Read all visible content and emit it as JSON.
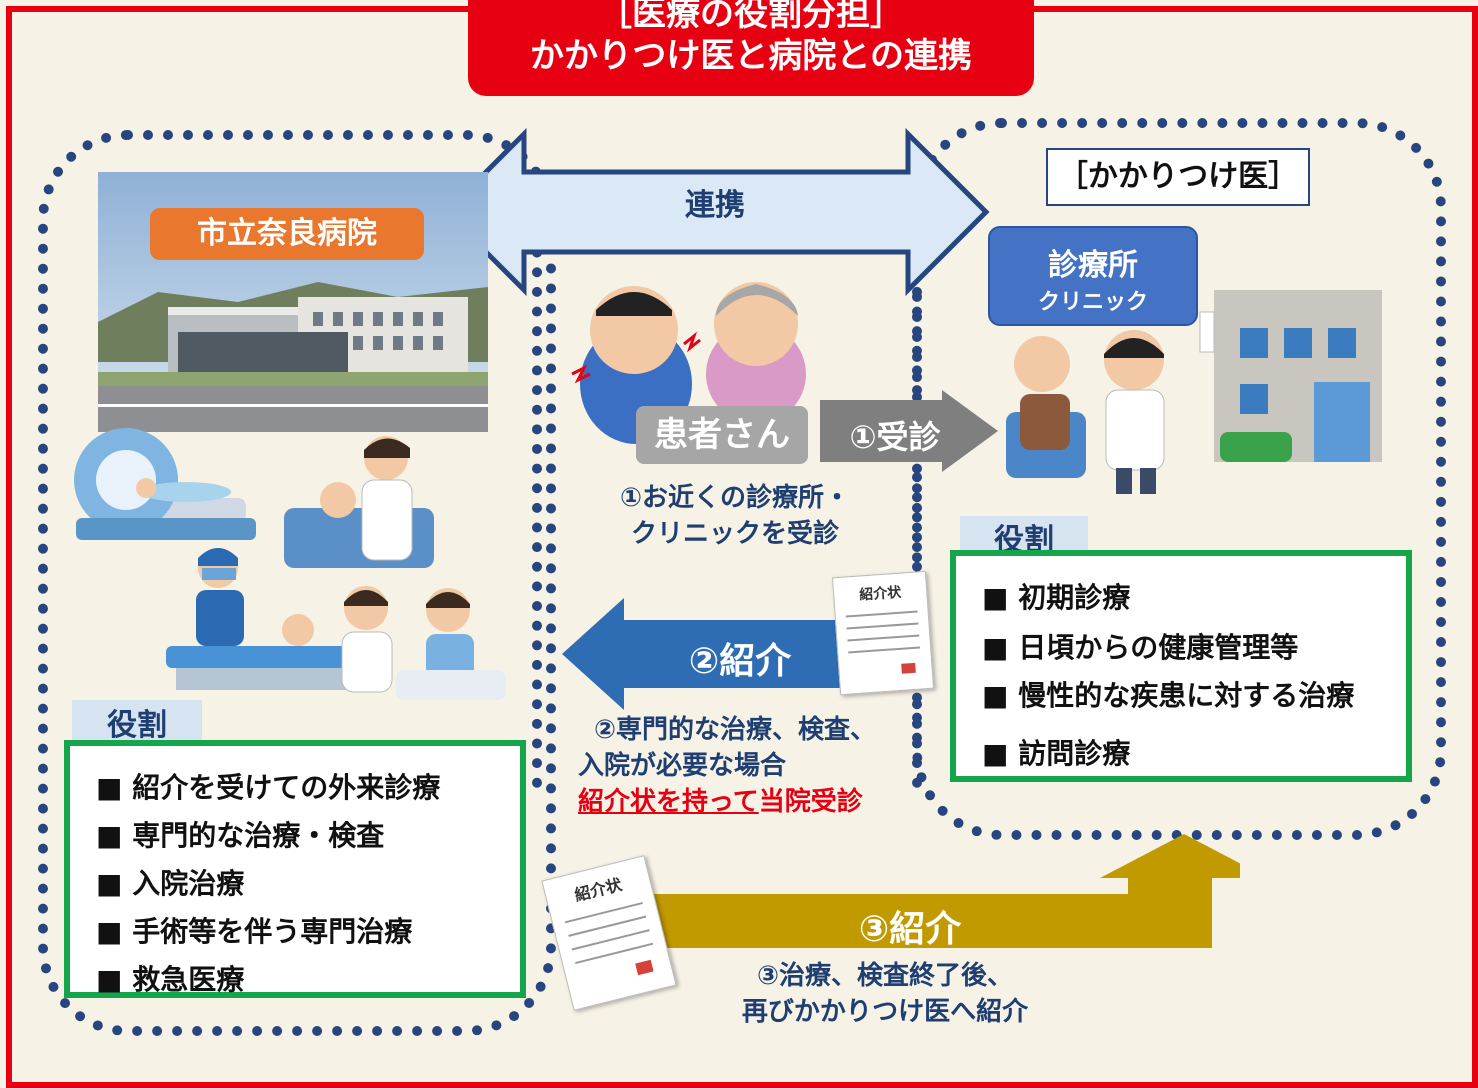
{
  "title": {
    "line1": "［医療の役割分担］",
    "line2": "かかりつけ医と病院との連携"
  },
  "link_arrow": {
    "label": "連携"
  },
  "hospital": {
    "name": "市立奈良病院",
    "role_tab": "役割",
    "roles": [
      "紹介を受けての外来診療",
      "専門的な治療・検査",
      "入院治療",
      "手術等を伴う専門治療",
      "救急医療"
    ]
  },
  "clinic": {
    "header": "［かかりつけ医］",
    "label_line1": "診療所",
    "label_line2": "クリニック",
    "role_tab": "役割",
    "roles": [
      "初期診療",
      "日頃からの健康管理等",
      "慢性的な疾患に対する治療",
      "訪問診療"
    ]
  },
  "patient": {
    "label": "患者さん"
  },
  "steps": {
    "step1_arrow": "①受診",
    "step1_text_line1": "①お近くの診療所・",
    "step1_text_line2": "クリニックを受診",
    "step2_arrow": "②紹介",
    "step2_text_line1": "②専門的な治療、検査、",
    "step2_text_line2": "入院が必要な場合",
    "step2_text_line3_underlined": "紹介状を持って",
    "step2_text_line3_rest": "当院受診",
    "step3_arrow": "③紹介",
    "step3_text_line1": "③治療、検査終了後、",
    "step3_text_line2": "再びかかりつけ医へ紹介"
  },
  "referral_letter": {
    "title": "紹介状"
  },
  "colors": {
    "frame": "#e60012",
    "hospital_label": "#e9772d",
    "clinic_label": "#4472c4",
    "role_border": "#15a54a",
    "step2_arrow": "#2e6db4",
    "step3_arrow": "#c19a00",
    "step1_arrow": "#7f7f7f",
    "dotted": "#27467f",
    "link_arrow": "#dbe8f5"
  }
}
